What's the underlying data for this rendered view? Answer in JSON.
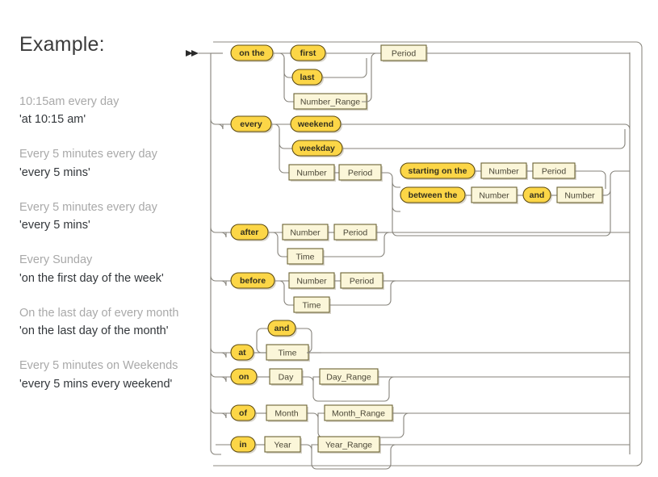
{
  "page": {
    "title": "Example:",
    "background": "#ffffff"
  },
  "colors": {
    "terminal_fill": "#fcd647",
    "terminal_stroke": "#5e4c12",
    "nonterminal_fill": "#fbf6d9",
    "nonterminal_stroke": "#6b6334",
    "rail": "#85827a",
    "desc_text": "#a9a9a9",
    "code_text": "#32363a",
    "title_text": "#3b3b3b"
  },
  "examples": [
    {
      "description": "10:15am every day",
      "expression": "'at 10:15 am'"
    },
    {
      "description": "Every 5 minutes every day",
      "expression": "'every 5 mins'"
    },
    {
      "description": "Every 5 minutes every day",
      "expression": "'every 5 mins'"
    },
    {
      "description": "Every Sunday",
      "expression": "'on the first day of the week'"
    },
    {
      "description": "On the last day of every month",
      "expression": "'on the last day of the month'"
    },
    {
      "description": "Every 5 minutes on Weekends",
      "expression": "'every 5 mins every weekend'"
    }
  ],
  "diagram": {
    "type": "railroad-syntax-diagram",
    "entry_marker": "double-arrow",
    "branches": [
      {
        "id": "on-the",
        "keyword": "on the",
        "options": [
          "first",
          "last",
          "Number_Range"
        ],
        "option_kinds": [
          "terminal",
          "terminal",
          "nonterminal"
        ],
        "follow": [
          "Period"
        ],
        "follow_kinds": [
          "nonterminal"
        ]
      },
      {
        "id": "every",
        "keyword": "every",
        "options": [
          "weekend",
          "weekday"
        ],
        "option_kinds": [
          "terminal",
          "terminal"
        ],
        "sequence": [
          "Number",
          "Period"
        ],
        "sequence_kinds": [
          "nonterminal",
          "nonterminal"
        ],
        "nested_group": {
          "optional": true,
          "rows": [
            {
              "items": [
                "starting on the",
                "Number",
                "Period"
              ],
              "kinds": [
                "terminal",
                "nonterminal",
                "nonterminal"
              ]
            },
            {
              "items": [
                "between the",
                "Number",
                "and",
                "Number"
              ],
              "kinds": [
                "terminal",
                "nonterminal",
                "terminal",
                "nonterminal"
              ]
            }
          ]
        }
      },
      {
        "id": "after",
        "keyword": "after",
        "rows": [
          {
            "items": [
              "Number",
              "Period"
            ],
            "kinds": [
              "nonterminal",
              "nonterminal"
            ]
          },
          {
            "items": [
              "Time"
            ],
            "kinds": [
              "nonterminal"
            ]
          }
        ]
      },
      {
        "id": "before",
        "keyword": "before",
        "rows": [
          {
            "items": [
              "Number",
              "Period"
            ],
            "kinds": [
              "nonterminal",
              "nonterminal"
            ]
          },
          {
            "items": [
              "Time"
            ],
            "kinds": [
              "nonterminal"
            ]
          }
        ]
      },
      {
        "id": "at",
        "keyword": "at",
        "repeat_separator": "and",
        "item": "Time",
        "item_kind": "nonterminal"
      },
      {
        "id": "on",
        "keyword": "on",
        "item": "Day",
        "item_kind": "nonterminal",
        "optional_item": "Day_Range",
        "optional_item_kind": "nonterminal"
      },
      {
        "id": "of",
        "keyword": "of",
        "item": "Month",
        "item_kind": "nonterminal",
        "optional_item": "Month_Range",
        "optional_item_kind": "nonterminal"
      },
      {
        "id": "in",
        "keyword": "in",
        "item": "Year",
        "item_kind": "nonterminal",
        "optional_item": "Year_Range",
        "optional_item_kind": "nonterminal"
      }
    ],
    "labels": {
      "on_the": "on the",
      "first": "first",
      "last": "last",
      "number_range": "Number_Range",
      "period": "Period",
      "every": "every",
      "weekend": "weekend",
      "weekday": "weekday",
      "number": "Number",
      "starting_on_the": "starting on the",
      "between_the": "between the",
      "and": "and",
      "after": "after",
      "time": "Time",
      "before": "before",
      "at": "at",
      "on": "on",
      "day": "Day",
      "day_range": "Day_Range",
      "of": "of",
      "month": "Month",
      "month_range": "Month_Range",
      "in": "in",
      "year": "Year",
      "year_range": "Year_Range"
    }
  }
}
